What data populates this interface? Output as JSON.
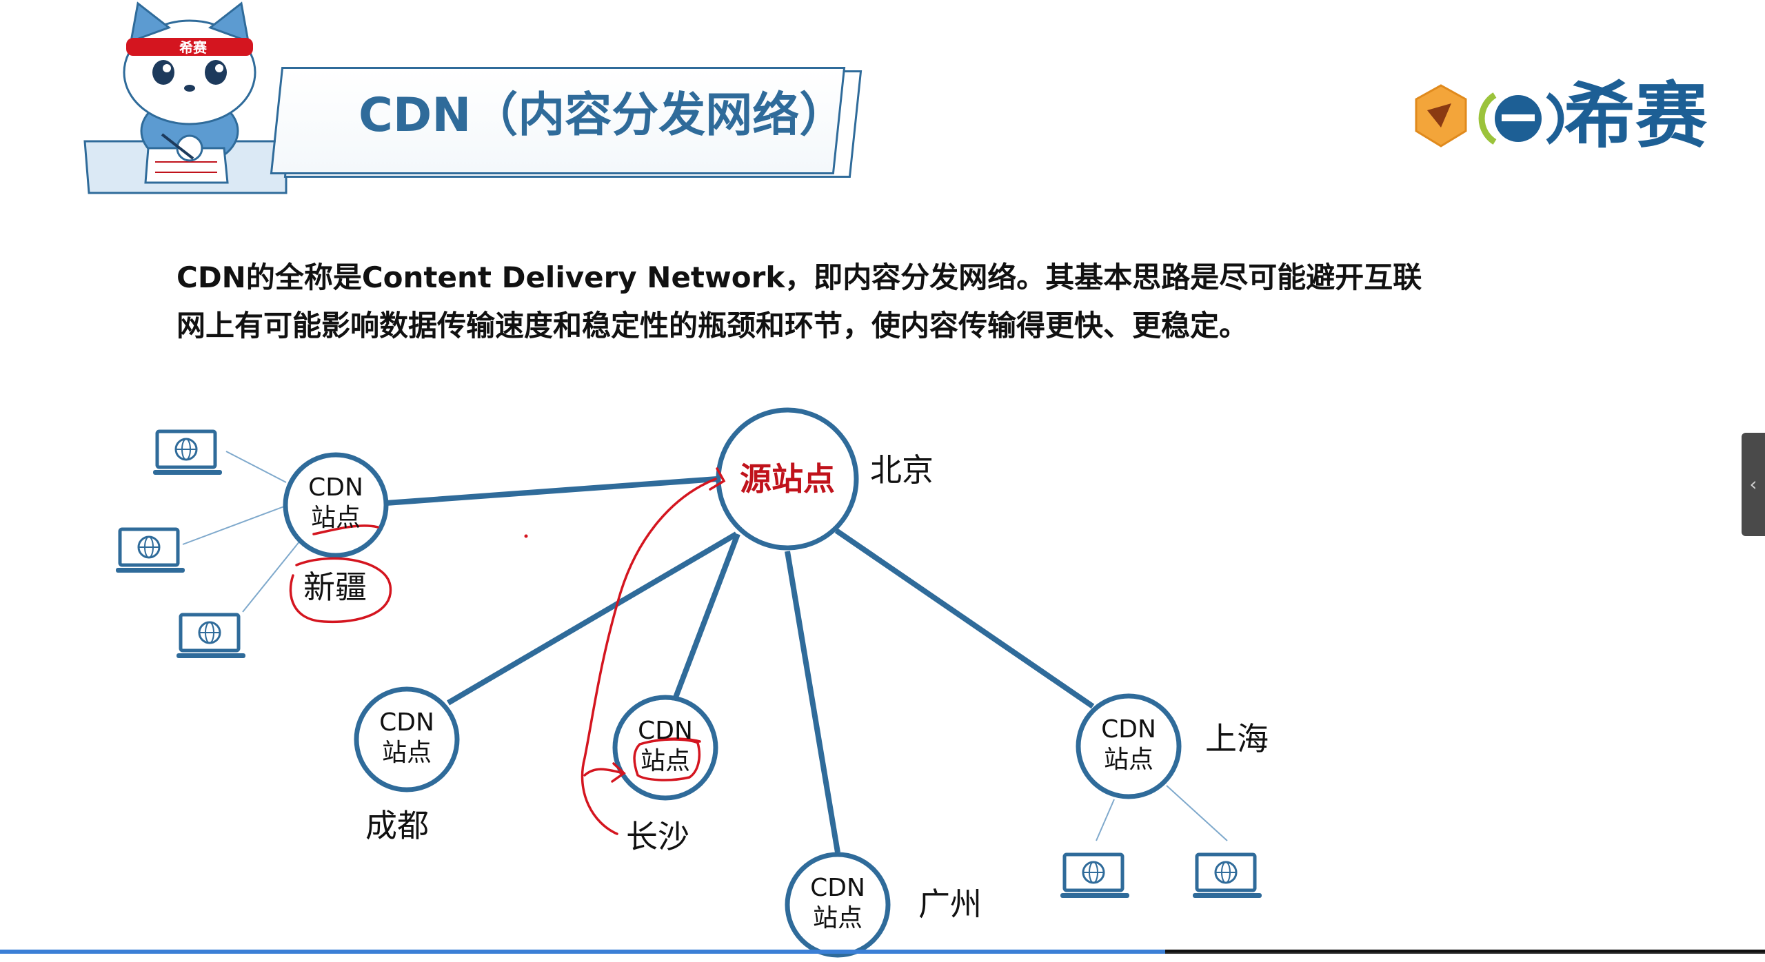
{
  "slide": {
    "title": "CDN（内容分发网络）",
    "paragraph_line1": "CDN的全称是Content  Delivery  Network，即内容分发网络。其基本思路是尽可能避开互联",
    "paragraph_line2": "网上有可能影响数据传输速度和稳定性的瓶颈和环节，使内容传输得更快、更稳定。"
  },
  "logo": {
    "brand_text": "希赛",
    "mascot_headband_text": "希赛"
  },
  "diagram": {
    "origin": {
      "label": "源站点",
      "city": "北京"
    },
    "nodes": [
      {
        "id": "xinjiang",
        "line1": "CDN",
        "line2": "站点",
        "city": "新疆"
      },
      {
        "id": "chengdu",
        "line1": "CDN",
        "line2": "站点",
        "city": "成都"
      },
      {
        "id": "changsha",
        "line1": "CDN",
        "line2": "站点",
        "city": "长沙"
      },
      {
        "id": "guangzhou",
        "line1": "CDN",
        "line2": "站点",
        "city": "广州"
      },
      {
        "id": "shanghai",
        "line1": "CDN",
        "line2": "站点",
        "city": "上海"
      }
    ]
  },
  "player": {
    "progress": 0.66,
    "side_panel_toggle": "‹"
  },
  "colors": {
    "primary_blue": "#2f6b9a",
    "annotation_red": "#d4151f",
    "progress_blue": "#3b7fd6"
  }
}
